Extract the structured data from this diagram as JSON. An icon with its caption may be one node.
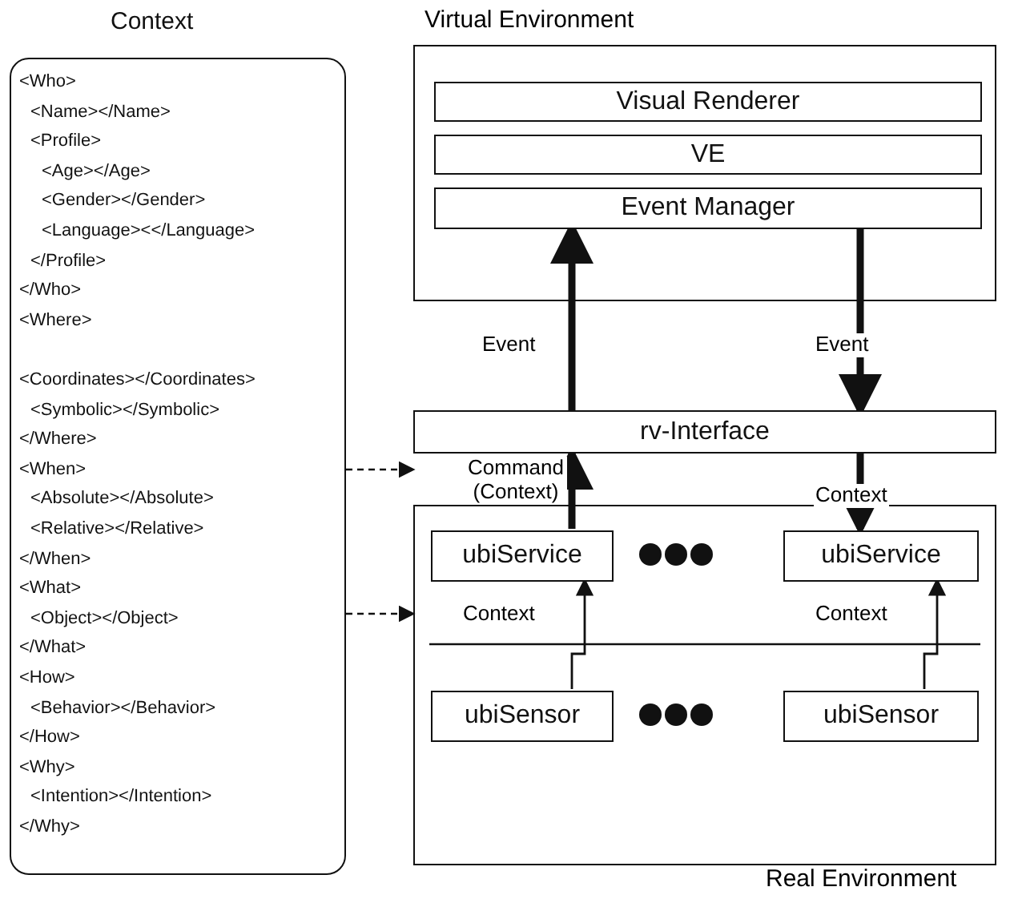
{
  "diagram": {
    "nodes": [
      {
        "text": [
          "Context",
          "<Who>",
          "<Name></Name>",
          "<Profile>",
          "<Age></Age>",
          "<Gender></Gender>",
          "<Language><</Language>",
          "</Profile>",
          "</Who>",
          "<Where>",
          "<Coordinates></Coordinates>",
          "<Symbolic></Symbolic>",
          "</Where>",
          "<When>",
          "<Absolute></Absolute>",
          "<Relative></Relative>",
          "</When>",
          "<What>",
          "<Object></Object>",
          "</What>",
          "<How>",
          "<Behavior></Behavior>",
          "</How>",
          "<Why>",
          "<Intention></Intention>",
          "</Why>"
        ]
      },
      {
        "text": [],
        "shape": "box"
      },
      {
        "text": [
          "Visual Renderer"
        ],
        "in": 1
      },
      {
        "text": [
          "VE"
        ],
        "in": 1
      },
      {
        "text": [
          "Event Manager"
        ],
        "in": 1
      },
      {
        "text": [
          "rv-Interface"
        ]
      },
      {
        "text": [],
        "shape": "box"
      },
      {
        "text": [
          "ubiService"
        ],
        "in": 6
      },
      {
        "text": [
          "ubiService"
        ],
        "in": 6
      },
      {
        "text": [
          "ubiSensor"
        ],
        "in": 6
      },
      {
        "text": [
          "ubiSensor"
        ],
        "in": 6
      }
    ],
    "edges": [
      {
        "from": 5,
        "to": 4,
        "arrow": "to",
        "label": "Event",
        "style": "thick"
      },
      {
        "from": 4,
        "to": 5,
        "arrow": "to",
        "label": "Event",
        "style": "thick"
      },
      {
        "from": 7,
        "to": 5,
        "arrow": "to",
        "label": "Command (Context)",
        "style": "thick"
      },
      {
        "from": 5,
        "to": 8,
        "arrow": "to",
        "label": "Context",
        "style": "thick"
      },
      {
        "from": 0,
        "to": 5,
        "arrow": "to",
        "style": "dashed"
      },
      {
        "from": 0,
        "to": 6,
        "arrow": "to",
        "style": "dashed"
      },
      {
        "from": 9,
        "to": 7,
        "arrow": "to",
        "label": "Context"
      },
      {
        "from": 10,
        "to": 8,
        "arrow": "to",
        "label": "Context"
      }
    ],
    "labels": [
      "Virtual Environment",
      "Real Environment"
    ]
  }
}
